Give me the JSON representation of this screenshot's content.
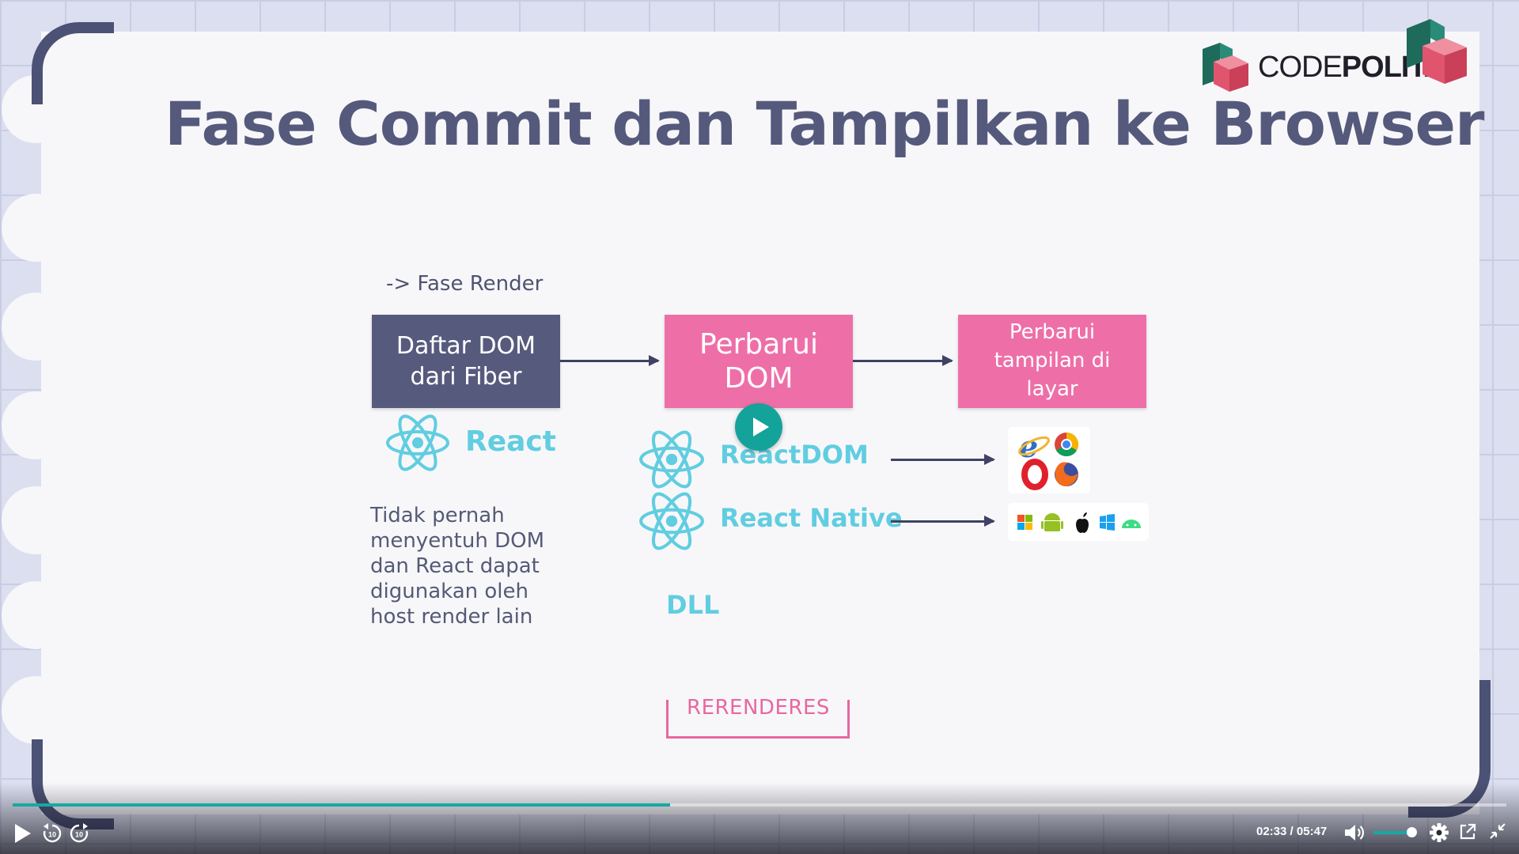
{
  "slide": {
    "title": "Fase Commit dan Tampilkan ke Browser",
    "phase_label": "-> Fase Render",
    "box_fiber": [
      "Daftar DOM",
      "dari Fiber"
    ],
    "box_update_dom": [
      "Perbarui",
      "DOM"
    ],
    "box_update_screen": [
      "Perbarui",
      "tampilan di",
      "layar"
    ],
    "react_label": "React",
    "reactdom_label": "ReactDOM",
    "react_native_label": "React Native",
    "description": [
      "Tidak pernah",
      "menyentuh DOM",
      "dan React dapat",
      "digunakan oleh",
      "host render lain"
    ],
    "dll": "DLL",
    "rerenderers": "RERENDERES"
  },
  "logo": {
    "text_light": "CODE",
    "text_bold": "POLITAN"
  },
  "player": {
    "current_time": "02:33",
    "separator": "/",
    "duration": "05:47",
    "progress": 0.44,
    "volume": 0.92,
    "colors": {
      "accent": "#16a9a2",
      "pink": "#ee6fa8",
      "slate": "#565b7d",
      "react": "#61cde0"
    }
  },
  "icons": [
    "play-icon",
    "rewind-10-icon",
    "forward-10-icon",
    "volume-icon",
    "gear-icon",
    "popout-icon",
    "exit-fullscreen-icon",
    "react-icon",
    "internet-explorer-icon",
    "chrome-icon",
    "opera-icon",
    "firefox-icon",
    "windows-icon",
    "android-icon",
    "apple-icon"
  ]
}
